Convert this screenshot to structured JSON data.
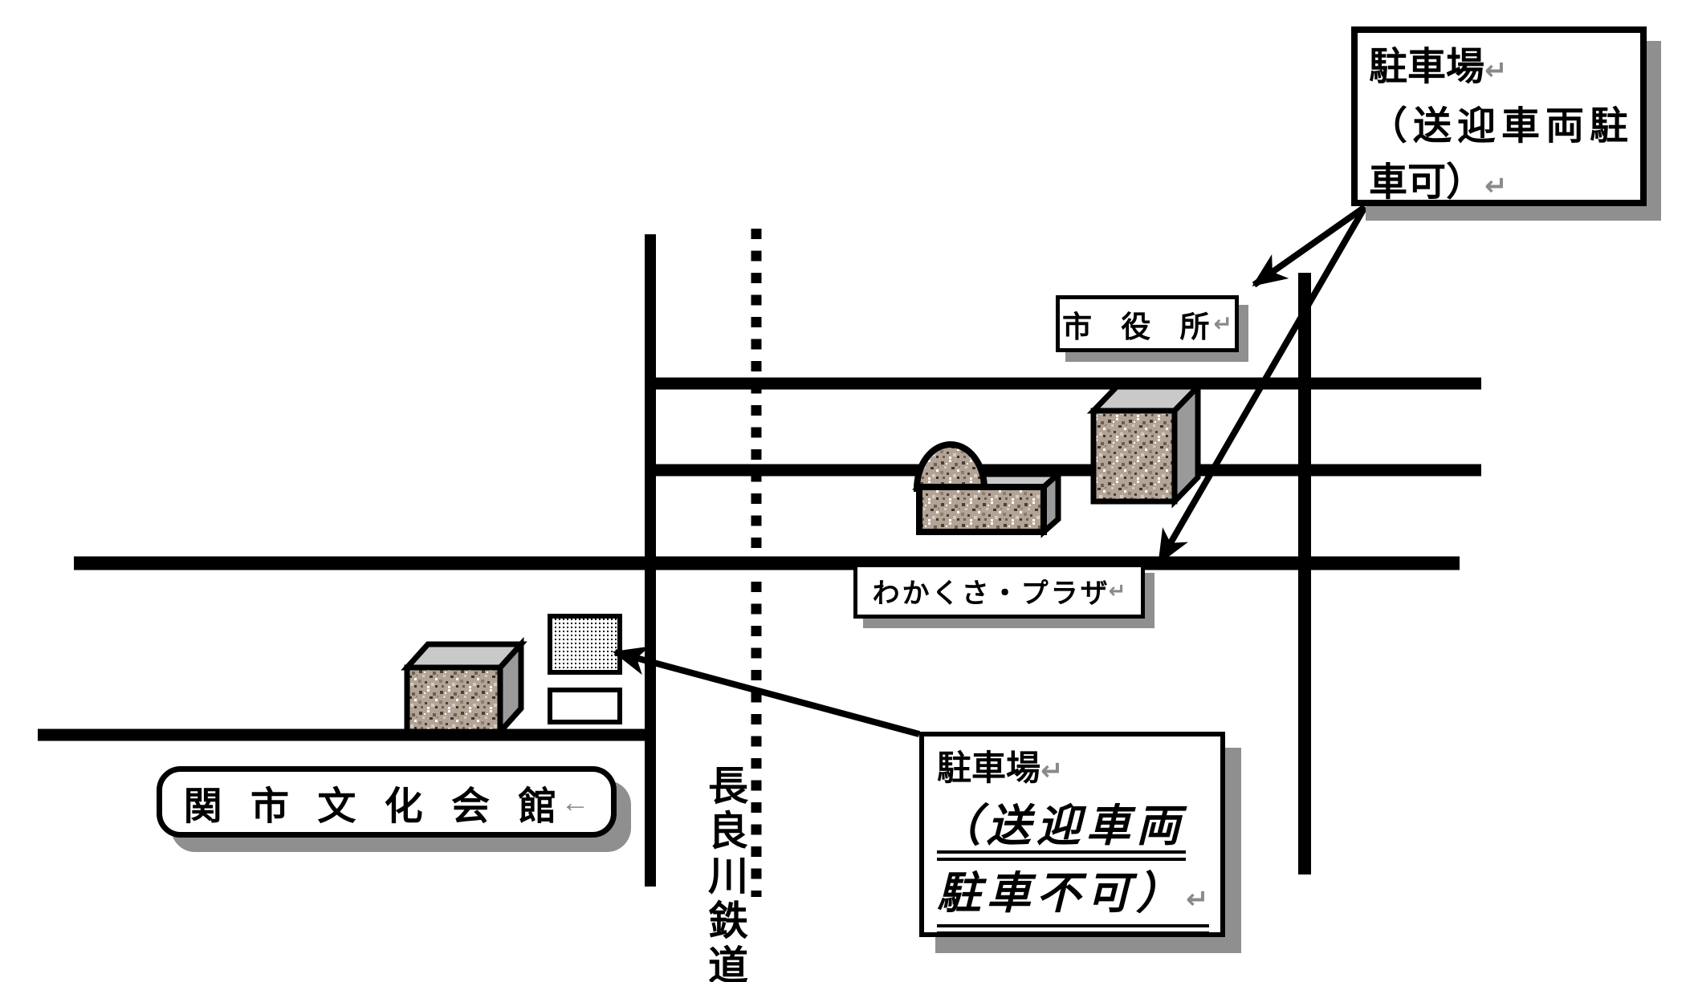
{
  "page": {
    "background": "#ffffff"
  },
  "colors": {
    "line": "#000000",
    "shadow": "#8f8f8f",
    "return_mark": "#8a8a8a",
    "building_texture_base": "#b2a496",
    "building_top_face": "#c9c9c9",
    "building_side_face": "#9a9a9a"
  },
  "labels": {
    "city_hall": {
      "text": "市 役 所",
      "mark": "↵"
    },
    "wakakusa_plaza": {
      "text": "わかくさ・プラザ",
      "mark": "↵"
    },
    "culture_hall": {
      "text": "関 市 文 化 会 館",
      "mark": "←"
    },
    "railway": {
      "text": "長良川鉄道"
    }
  },
  "callouts": {
    "parking_allowed": {
      "line1": "駐車場",
      "mark1": "↵",
      "line2": "（送迎車両駐",
      "line3": "車可）",
      "mark3": "↵"
    },
    "parking_forbidden": {
      "line1": "駐車場",
      "mark1": "↵",
      "line2": "（送迎車両",
      "line3": "駐車不可）",
      "mark3": "↵"
    }
  }
}
